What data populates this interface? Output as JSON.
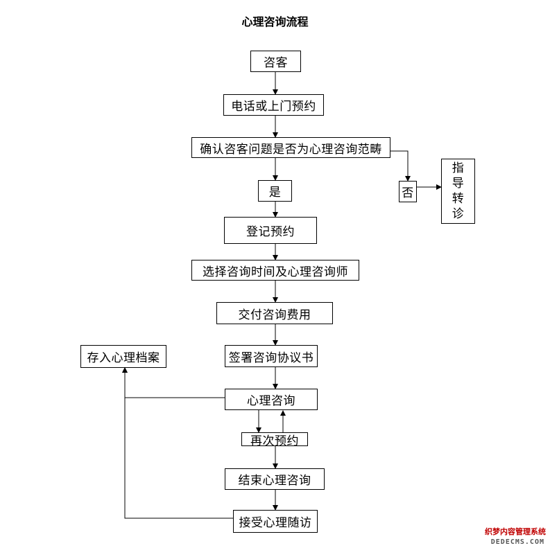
{
  "title": "心理咨询流程",
  "nodes": {
    "visitor": "咨客",
    "appointment_method": "电话或上门预约",
    "confirm_scope": "确认咨客问题是否为心理咨询范畴",
    "yes": "是",
    "no": "否",
    "referral": [
      "指",
      "导",
      "转",
      "诊"
    ],
    "register": "登记预约",
    "choose_time": "选择咨询时间及心理咨询师",
    "pay": "交付咨询费用",
    "sign": "签署咨询协议书",
    "archive": "存入心理档案",
    "counseling": "心理咨询",
    "reschedule": "再次预约",
    "end": "结束心理咨询",
    "followup": "接受心理随访"
  },
  "watermark": {
    "line1": "织梦内容管理系统",
    "line2": "DEDECMS.COM"
  }
}
